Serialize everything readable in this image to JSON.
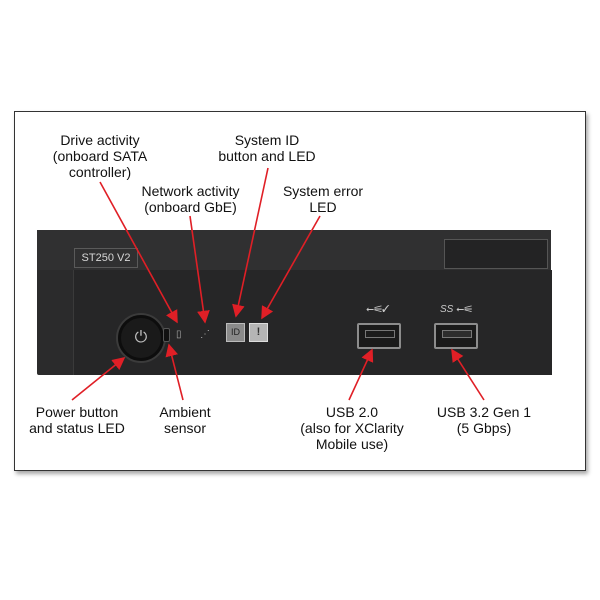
{
  "labels": {
    "drive_activity": "Drive activity\n(onboard SATA\ncontroller)",
    "system_id": "System ID\nbutton and LED",
    "network_activity": "Network activity\n(onboard GbE)",
    "system_error": "System error\nLED",
    "power_button": "Power button\nand status LED",
    "ambient_sensor": "Ambient\nsensor",
    "usb2": "USB 2.0\n(also for XClarity\nMobile use)",
    "usb3": "USB 3.2 Gen 1\n(5 Gbps)"
  },
  "panel": {
    "model": "ST250 V2",
    "id_button_text": "ID",
    "error_led_text": "!",
    "usb3_logo_text": "SS"
  },
  "colors": {
    "arrow": "#e01f26",
    "panel": "#2b2b2c"
  },
  "icons": {
    "power": "power-icon",
    "drive": "drive-icon",
    "network": "network-icon",
    "usb": "usb-icon",
    "usb_superspeed": "usb-superspeed-icon"
  }
}
